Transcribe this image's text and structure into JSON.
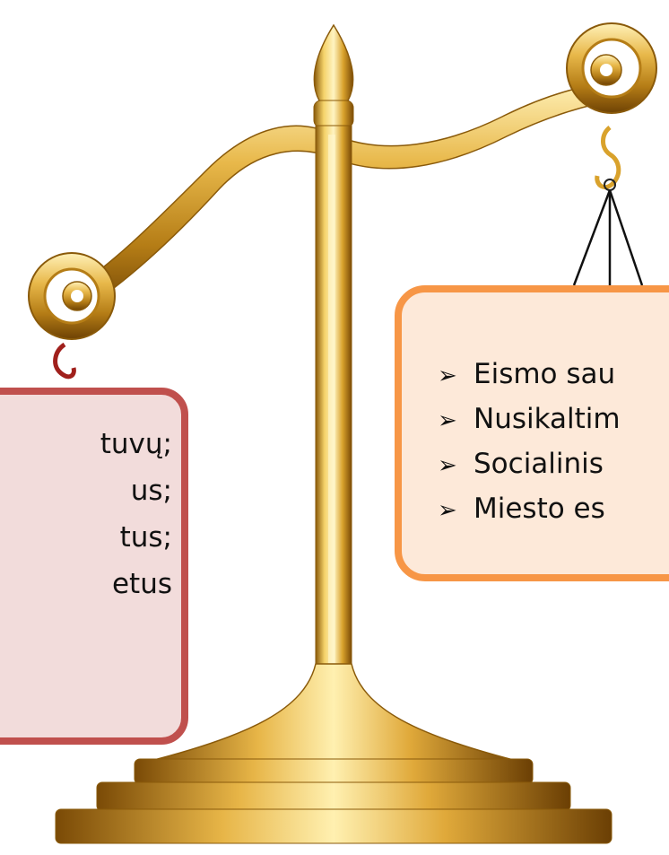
{
  "left_card": {
    "lines": [
      "tuvų;",
      "us;",
      "tus;",
      "etus"
    ]
  },
  "right_card": {
    "bullet": "➢",
    "lines": [
      "Eismo sau",
      "Nusikaltim",
      "Socialinis",
      "Miesto es"
    ]
  },
  "colors": {
    "left_border": "#c0504d",
    "left_fill": "#f2dcdb",
    "right_border": "#f79646",
    "right_fill": "#fde9d9",
    "gold": "#d4a017"
  }
}
